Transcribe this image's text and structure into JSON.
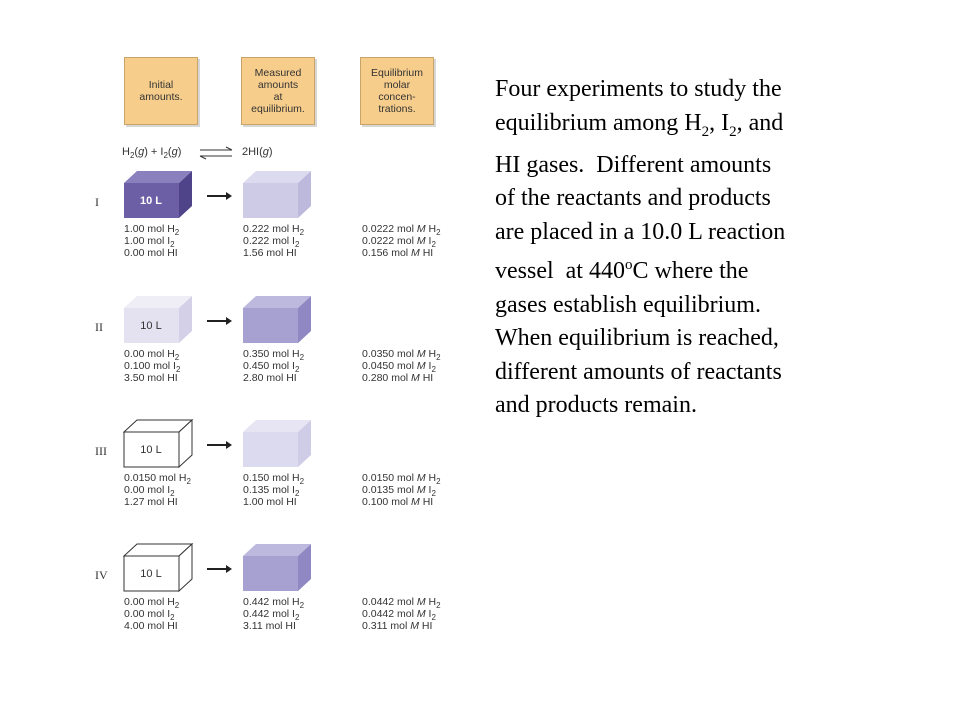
{
  "headers": {
    "initial": "Initial\namounts.",
    "measured": "Measured\namounts\nat\nequilibrium.",
    "eq_conc": "Equilibrium\nmolar\nconcen-\ntrations."
  },
  "reaction": {
    "left": "H2(g) + I2(g)",
    "right": "2HI(g)"
  },
  "volume_label": "10 L",
  "experiments": [
    {
      "numeral": "I",
      "initial": [
        "1.00 mol H2",
        "1.00 mol I2",
        "0.00 mol HI"
      ],
      "measured": [
        "0.222 mol H2",
        "0.222 mol I2",
        "1.56 mol HI"
      ],
      "conc": [
        "0.0222 mol M H2",
        "0.0222 mol M I2",
        "0.156 mol M HI"
      ]
    },
    {
      "numeral": "II",
      "initial": [
        "0.00 mol H2",
        "0.100 mol I2",
        "3.50 mol HI"
      ],
      "measured": [
        "0.350 mol H2",
        "0.450 mol I2",
        "2.80 mol HI"
      ],
      "conc": [
        "0.0350 mol M H2",
        "0.0450 mol M I2",
        "0.280 mol M HI"
      ]
    },
    {
      "numeral": "III",
      "initial": [
        "0.0150 mol H2",
        "0.00 mol I2",
        "1.27 mol HI"
      ],
      "measured": [
        "0.150 mol H2",
        "0.135 mol I2",
        "1.00 mol HI"
      ],
      "conc": [
        "0.0150 mol M H2",
        "0.0135 mol M I2",
        "0.100 mol M HI"
      ]
    },
    {
      "numeral": "IV",
      "initial": [
        "0.00 mol H2",
        "0.00 mol I2",
        "4.00 mol HI"
      ],
      "measured": [
        "0.442 mol H2",
        "0.442 mol I2",
        "3.11 mol HI"
      ],
      "conc": [
        "0.0442 mol M H2",
        "0.0442 mol M I2",
        "0.311 mol M HI"
      ]
    }
  ],
  "description": "Four experiments to study the equilibrium among H2, I2, and HI gases. Different amounts of the reactants and products are placed in a 10.0 L reaction vessel at 440oC where the gases establish equilibrium. When equilibrium is reached, different amounts of reactants and products remain."
}
